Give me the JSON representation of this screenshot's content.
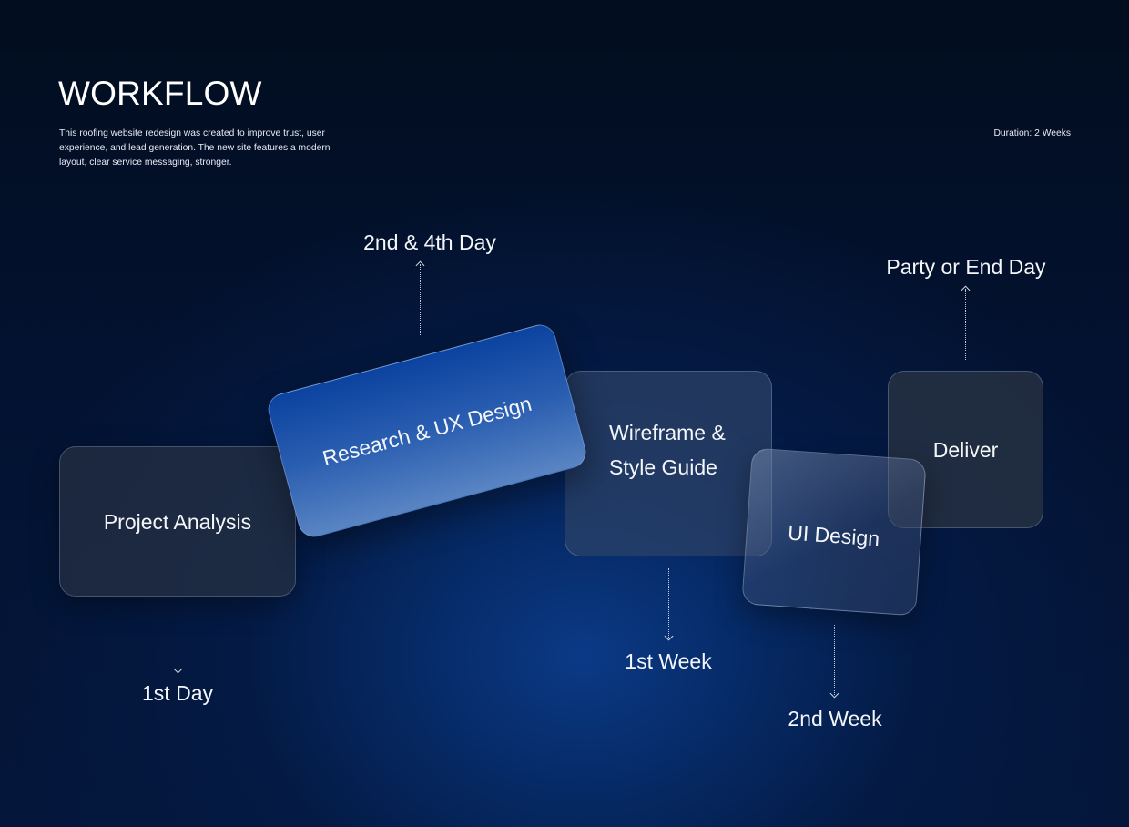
{
  "header": {
    "title": "WORKFLOW",
    "description": "This roofing website redesign was created to improve trust, user experience, and lead generation. The new site features a modern layout, clear service messaging, stronger.",
    "duration": "Duration: 2 Weeks"
  },
  "steps": [
    {
      "label": "Project Analysis",
      "time": "1st Day"
    },
    {
      "label": "Research & UX Design",
      "time": "2nd & 4th Day"
    },
    {
      "label": "Wireframe &\nStyle Guide",
      "time": "1st Week"
    },
    {
      "label": "UI Design",
      "time": "2nd Week"
    },
    {
      "label": "Deliver",
      "time": "Party or End Day"
    }
  ],
  "colors": {
    "background": "#031231",
    "highlight_card": "#1b52aa",
    "card": "#263042"
  }
}
